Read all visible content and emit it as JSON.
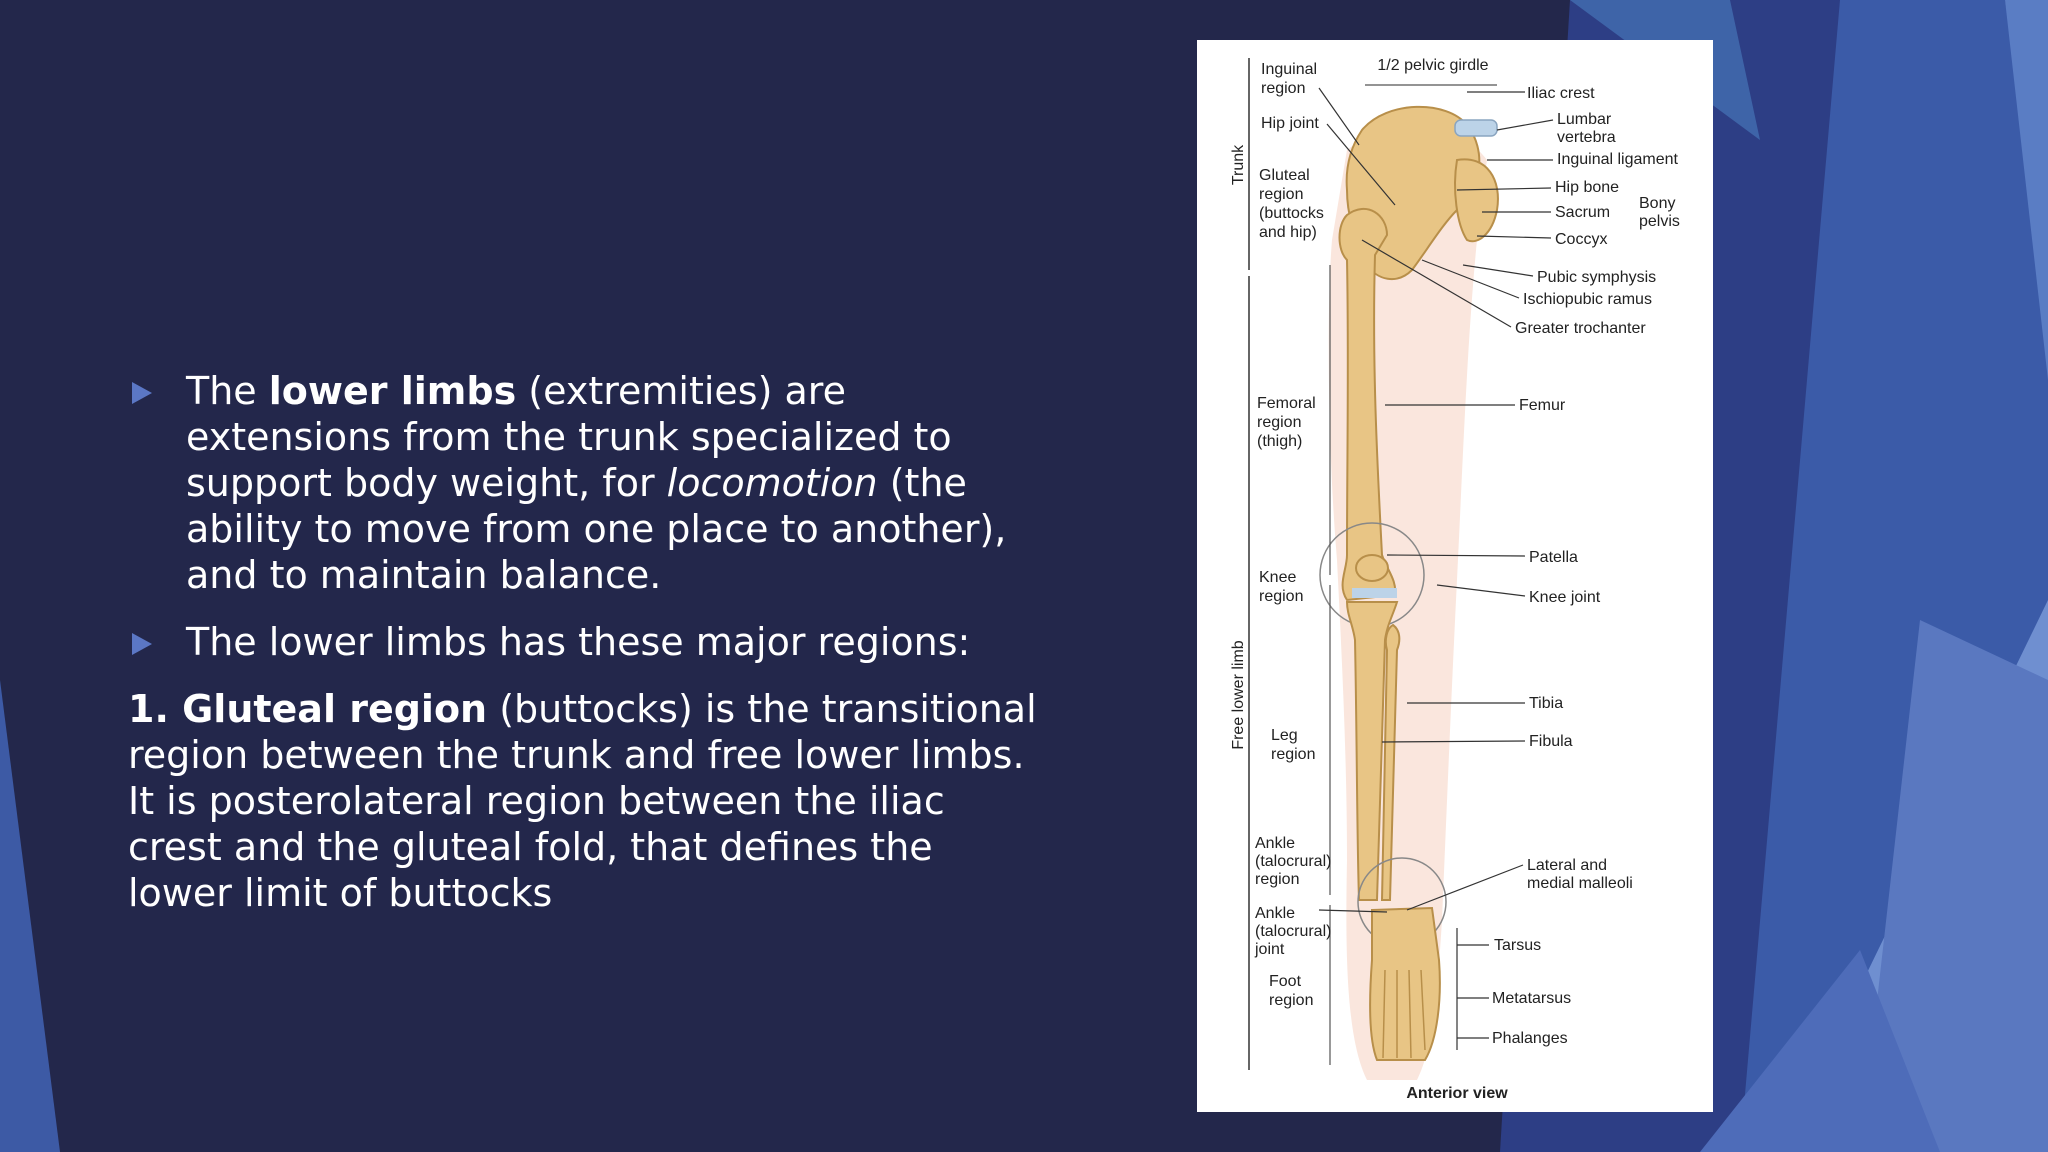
{
  "slide": {
    "bullet1": {
      "pre": "The ",
      "bold": "lower limbs",
      "mid": " (extremities) are extensions from the trunk specialized to support body weight, for ",
      "italic": "locomotion",
      "post": " (the ability to move from one place to another), and to maintain balance."
    },
    "bullet2": "The lower limbs has these major regions:",
    "para": {
      "bold": "1. Gluteal region",
      "rest": " (buttocks) is the transitional region between the trunk and free lower limbs. It is posterolateral region between the iliac crest and the gluteal fold, that defines the lower limit of buttocks"
    }
  },
  "figure": {
    "top_label": "1/2 pelvic girdle",
    "caption": "Anterior view",
    "side_labels": {
      "trunk": "Trunk",
      "free_lower_limb": "Free lower limb"
    },
    "left_labels": {
      "inguinal_1": "Inguinal",
      "inguinal_2": "region",
      "hip_joint": "Hip joint",
      "gluteal_1": "Gluteal",
      "gluteal_2": "region",
      "gluteal_3": "(buttocks",
      "gluteal_4": "and hip)",
      "femoral_1": "Femoral",
      "femoral_2": "region",
      "femoral_3": "(thigh)",
      "knee_1": "Knee",
      "knee_2": "region",
      "leg_1": "Leg",
      "leg_2": "region",
      "ankle_r_1": "Ankle",
      "ankle_r_2": "(talocrural)",
      "ankle_r_3": "region",
      "ankle_j_1": "Ankle",
      "ankle_j_2": "(talocrural)",
      "ankle_j_3": "joint",
      "foot_1": "Foot",
      "foot_2": "region"
    },
    "right_labels": {
      "iliac_crest": "Iliac crest",
      "lumbar_1": "Lumbar",
      "lumbar_2": "vertebra",
      "inguinal_ligament": "Inguinal ligament",
      "hip_bone": "Hip bone",
      "sacrum": "Sacrum",
      "coccyx": "Coccyx",
      "bony_1": "Bony",
      "bony_2": "pelvis",
      "pubic_symphysis": "Pubic symphysis",
      "ischiopubic_ramus": "Ischiopubic ramus",
      "greater_trochanter": "Greater trochanter",
      "femur": "Femur",
      "patella": "Patella",
      "knee_joint": "Knee joint",
      "tibia": "Tibia",
      "fibula": "Fibula",
      "malleoli_1": "Lateral and",
      "malleoli_2": "medial malleoli",
      "tarsus": "Tarsus",
      "metatarsus": "Metatarsus",
      "phalanges": "Phalanges"
    }
  },
  "colors": {
    "background": "#23274b",
    "bullet": "#5b77c5",
    "bone": "#e8c585",
    "skin": "#f8ddd2"
  }
}
